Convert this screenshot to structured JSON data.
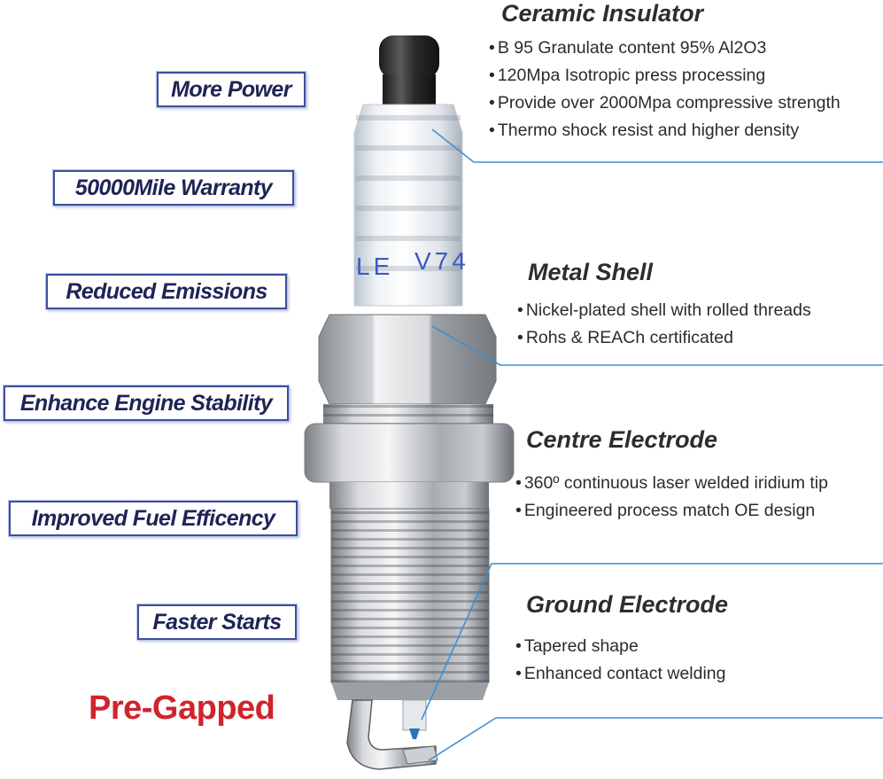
{
  "features": [
    "More Power",
    "50000Mile Warranty",
    "Reduced Emissions",
    "Enhance Engine Stability",
    "Improved Fuel Efficency",
    "Faster Starts"
  ],
  "pre_gapped": "Pre-Gapped",
  "plug_marking": "V74",
  "plug_marking_left": "LE",
  "sections": [
    {
      "title": "Ceramic Insulator",
      "bullets": [
        "B 95 Granulate content 95% Al2O3",
        "120Mpa Isotropic press processing",
        "Provide over 2000Mpa compressive strength",
        "Thermo shock resist and higher density"
      ]
    },
    {
      "title": "Metal Shell",
      "bullets": [
        "Nickel-plated shell with rolled threads",
        "Rohs & REACh certificated"
      ]
    },
    {
      "title": "Centre Electrode",
      "bullets": [
        "360º continuous laser welded iridium tip",
        "Engineered process match OE design"
      ]
    },
    {
      "title": "Ground Electrode",
      "bullets": [
        "Tapered shape",
        "Enhanced contact welding"
      ]
    }
  ],
  "colors": {
    "label_border": "#3e4f9c",
    "label_text": "#1e2456",
    "pre_gapped": "#d0242c",
    "leader_line": "#3d8fd6",
    "body_text": "#2b2b2b"
  }
}
